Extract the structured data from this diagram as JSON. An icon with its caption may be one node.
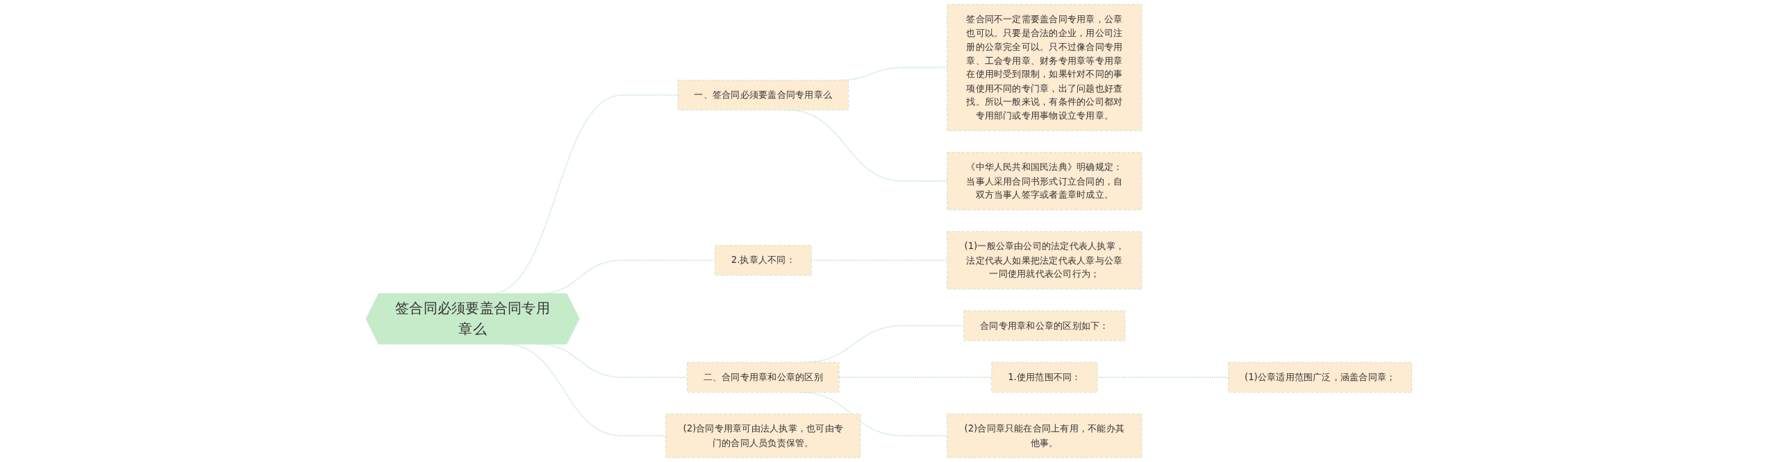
{
  "diagram": {
    "nodes": [
      {
        "text": [
          "签合同必须要盖合同专用章么"
        ]
      },
      {
        "text": [
          "一、签合同必须要盖合同专用章么"
        ]
      },
      {
        "text": [
          "签合同不一定需要盖合同专用章，公章也可以。只要是合法的企业，用公司注册的公章完全可以。只不过像合同专用章、工会专用章、财务专用章等专用章在使用时受到限制，如果针对不同的事项使用不同的专门章，出了问题也好查找。所以一般来说，有条件的公司都对专用部门或专用事物设立专用章。"
        ]
      },
      {
        "text": [
          "《中华人民共和国民法典》明确规定：当事人采用合同书形式订立合同的，自双方当事人签字或者盖章时成立。"
        ]
      },
      {
        "text": [
          "2.执章人不同："
        ]
      },
      {
        "text": [
          "(1)一般公章由公司的法定代表人执掌，法定代表人如果把法定代表人章与公章一同使用就代表公司行为；"
        ]
      },
      {
        "text": [
          "二、合同专用章和公章的区别"
        ]
      },
      {
        "text": [
          "合同专用章和公章的区别如下："
        ]
      },
      {
        "text": [
          "1.使用范围不同："
        ]
      },
      {
        "text": [
          "(1)公章适用范围广泛，涵盖合同章；"
        ]
      },
      {
        "text": [
          "(2)合同章只能在合同上有用，不能办其他事。"
        ]
      },
      {
        "text": [
          "(2)合同专用章可由法人执掌，也可由专门的合同人员负责保管。"
        ]
      }
    ],
    "edges": [
      {
        "from": 0,
        "to": 1,
        "arrow": "none",
        "style": "dashed"
      },
      {
        "from": 1,
        "to": 2,
        "arrow": "none",
        "style": "dashed"
      },
      {
        "from": 1,
        "to": 3,
        "arrow": "none",
        "style": "dashed"
      },
      {
        "from": 0,
        "to": 4,
        "arrow": "none",
        "style": "dashed"
      },
      {
        "from": 4,
        "to": 5,
        "arrow": "none",
        "style": "dashed"
      },
      {
        "from": 0,
        "to": 6,
        "arrow": "none",
        "style": "dashed"
      },
      {
        "from": 6,
        "to": 7,
        "arrow": "none",
        "style": "dashed"
      },
      {
        "from": 6,
        "to": 8,
        "arrow": "none",
        "style": "dashed"
      },
      {
        "from": 8,
        "to": 9,
        "arrow": "none",
        "style": "dashed"
      },
      {
        "from": 6,
        "to": 10,
        "arrow": "none",
        "style": "dashed"
      },
      {
        "from": 0,
        "to": 11,
        "arrow": "none",
        "style": "dashed"
      }
    ]
  }
}
